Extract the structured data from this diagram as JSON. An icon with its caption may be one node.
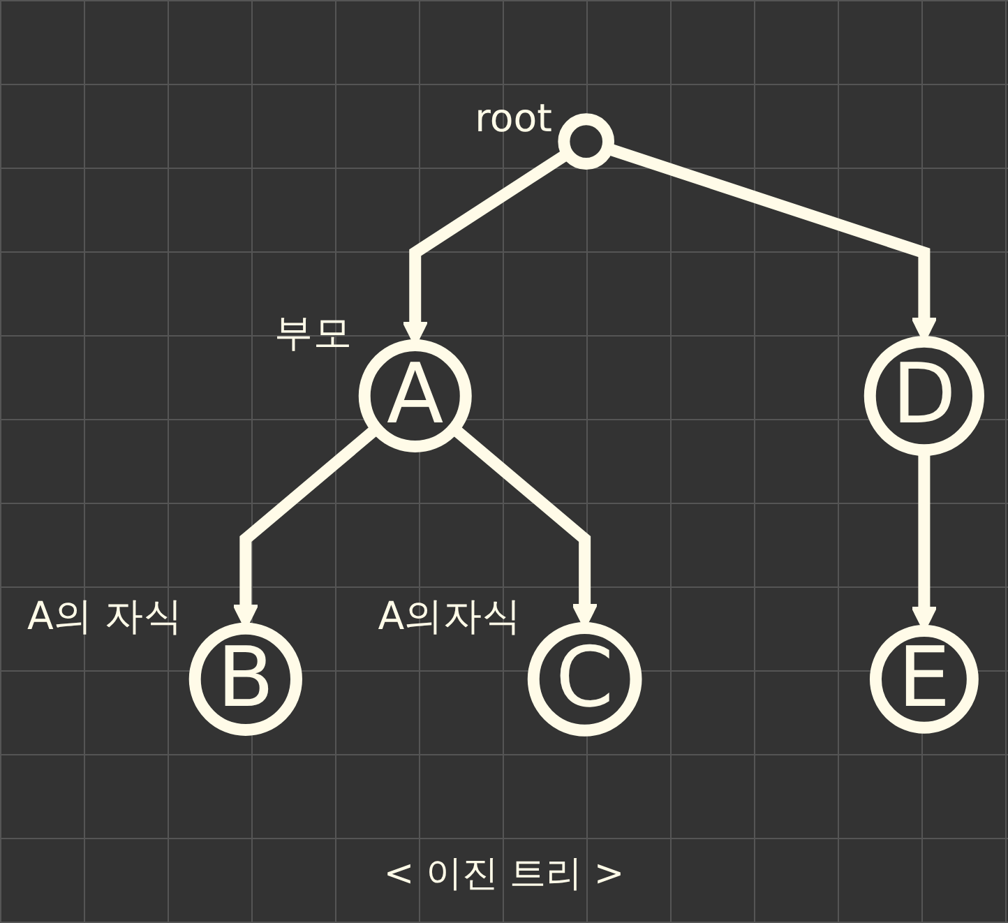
{
  "diagram": {
    "caption": "< 이진 트리 >",
    "nodes": [
      {
        "text": [],
        "shape": "circle",
        "beside": [
          "root"
        ]
      },
      {
        "text": [
          "A"
        ],
        "beside": [
          "부모"
        ]
      },
      {
        "text": [
          "D"
        ]
      },
      {
        "text": [
          "B"
        ],
        "beside": [
          "A의 자식"
        ]
      },
      {
        "text": [
          "C"
        ],
        "beside": [
          "A의자식"
        ]
      },
      {
        "text": [
          "E"
        ]
      }
    ],
    "edges": [
      {
        "from": 0,
        "to": 1,
        "arrow": "to"
      },
      {
        "from": 0,
        "to": 2,
        "arrow": "to"
      },
      {
        "from": 1,
        "to": 3,
        "arrow": "to"
      },
      {
        "from": 1,
        "to": 4,
        "arrow": "to"
      },
      {
        "from": 2,
        "to": 5,
        "arrow": "to"
      }
    ]
  }
}
